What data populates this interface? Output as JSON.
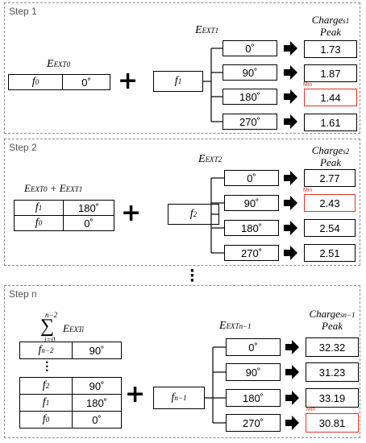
{
  "step1": {
    "label": "Step 1",
    "ext_label": "E",
    "ext_sub": "EXT",
    "ext_sub2": "0",
    "f0": "f",
    "f0_sub": "0",
    "f0_angle": "0˚",
    "f1": "f",
    "f1_sub": "1",
    "branch_label": "E",
    "branch_sub": "EXT",
    "branch_sub2": "1",
    "angles": [
      "0˚",
      "90˚",
      "180˚",
      "270˚"
    ],
    "header_line1": "Charge",
    "header_sub": "s",
    "header_sub2": "1",
    "header_line2": "Peak",
    "values": [
      "1.73",
      "1.87",
      "1.44",
      "1.61"
    ],
    "min_label": "Min"
  },
  "step2": {
    "label": "Step 2",
    "sum_label": "E",
    "table": [
      {
        "f": "f",
        "sub": "1",
        "angle": "180˚"
      },
      {
        "f": "f",
        "sub": "0",
        "angle": "0˚"
      }
    ],
    "f2": "f",
    "f2_sub": "2",
    "branch_label": "E",
    "branch_sub": "EXT",
    "branch_sub2": "2",
    "angles": [
      "0˚",
      "90˚",
      "180˚",
      "270˚"
    ],
    "header_line1": "Charge",
    "header_sub": "s",
    "header_sub2": "2",
    "header_line2": "Peak",
    "values": [
      "2.77",
      "2.43",
      "2.54",
      "2.51"
    ],
    "min_label": "Min"
  },
  "stepn": {
    "label": "Step n",
    "sum_top": "n−2",
    "sum_bottom": "i=0",
    "sum_label": "E",
    "sum_sub": "EXT",
    "sum_sub2": "i",
    "table": [
      {
        "f": "f",
        "sub": "n−2",
        "angle": "90˚"
      },
      {
        "f": "f",
        "sub": "2",
        "angle": "90˚"
      },
      {
        "f": "f",
        "sub": "1",
        "angle": "180˚"
      },
      {
        "f": "f",
        "sub": "0",
        "angle": "0˚"
      }
    ],
    "fn": "f",
    "fn_sub": "n−1",
    "branch_label": "E",
    "branch_sub": "EXT",
    "branch_sub2": "n−1",
    "angles": [
      "0˚",
      "90˚",
      "180˚",
      "270˚"
    ],
    "header_line1": "Charge",
    "header_sub": "s",
    "header_sub2": "n−1",
    "header_line2": "Peak",
    "values": [
      "32.32",
      "31.23",
      "33.19",
      "30.81"
    ],
    "min_label": "Min"
  },
  "plus_symbol": "+",
  "colors": {
    "min_accent": "#d9362b",
    "panel_border": "#8a8a8a"
  }
}
